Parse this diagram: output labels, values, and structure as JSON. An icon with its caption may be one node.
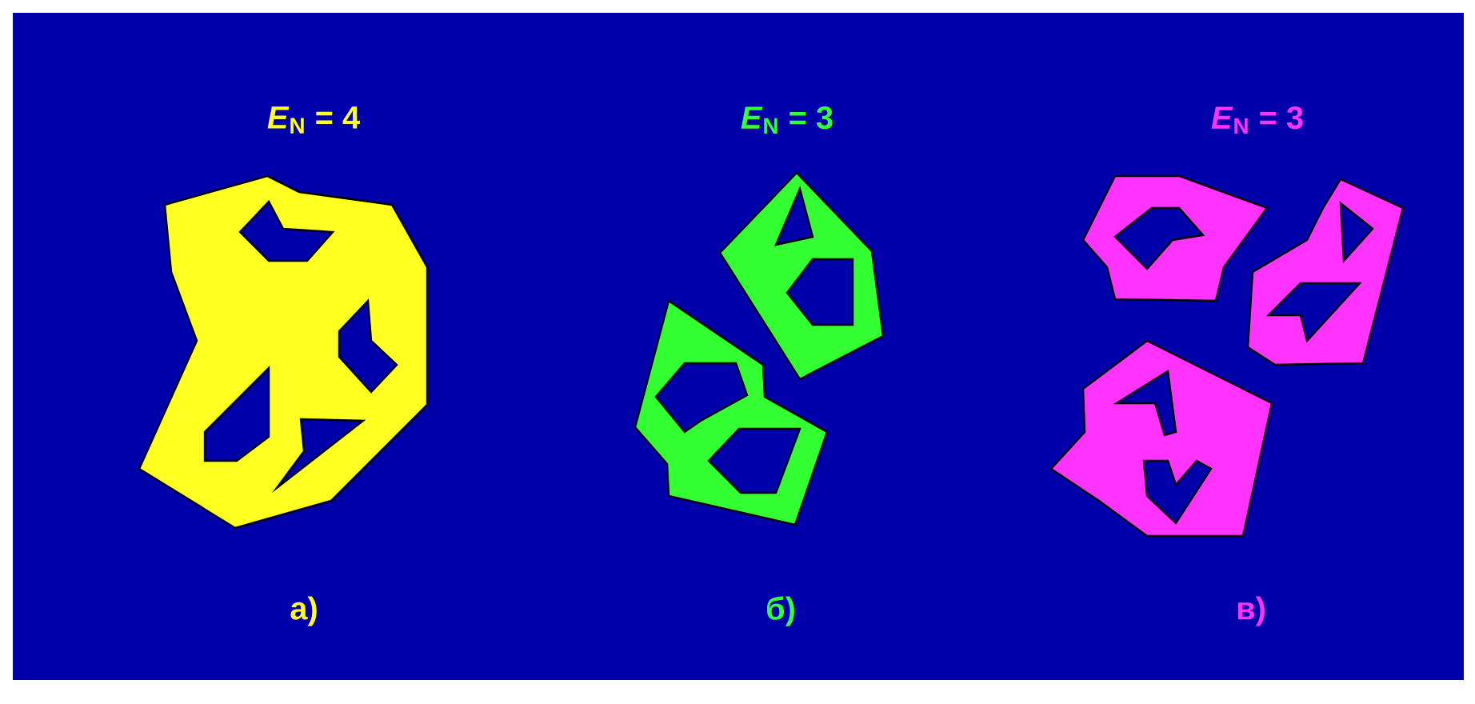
{
  "diagram": {
    "labels": [
      "*E*$_{N}$ = 4",
      "*E*$_{N}$ = 3",
      "*E*$_{N}$ = 3",
      "а)",
      "б)",
      "в)"
    ]
  }
}
